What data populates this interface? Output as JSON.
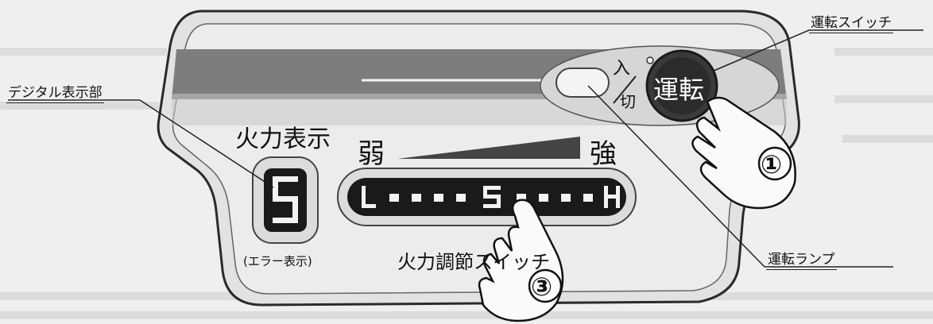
{
  "callouts": {
    "operation_switch": "運転スイッチ",
    "digital_display": "デジタル表示部",
    "operation_lamp": "運転ランプ"
  },
  "panel": {
    "power_display_title": "火力表示",
    "digit_value": "5",
    "error_display_note": "(エラー表示)",
    "weak_label": "弱",
    "strong_label": "強",
    "power_switch_label": "火力調節スイッチ",
    "level_low": "L",
    "level_mid": "5",
    "level_high": "H",
    "on_label": "入",
    "off_label": "切",
    "run_button_label": "運転"
  },
  "steps": {
    "step1": "①",
    "step3": "③"
  },
  "colors": {
    "panel_body": "#e4e4e4",
    "dark_band": "#7a7a7a",
    "display_black": "#1a1a1a",
    "button_dark": "#333333"
  }
}
